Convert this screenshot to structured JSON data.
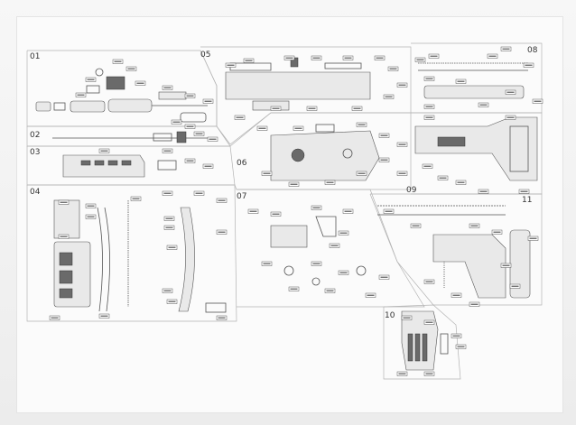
{
  "sections": [
    {
      "id": "01",
      "label": "01"
    },
    {
      "id": "02",
      "label": "02"
    },
    {
      "id": "03",
      "label": "03"
    },
    {
      "id": "04",
      "label": "04"
    },
    {
      "id": "05",
      "label": "05"
    },
    {
      "id": "06",
      "label": "06"
    },
    {
      "id": "07",
      "label": "07"
    },
    {
      "id": "08",
      "label": "08"
    },
    {
      "id": "09",
      "label": "09"
    },
    {
      "id": "10",
      "label": "10"
    },
    {
      "id": "11",
      "label": "11"
    }
  ],
  "colors": {
    "line": "#555555",
    "frame": "#b3b3b3",
    "paper": "#fbfbfb",
    "dark_part": "#6a6a6a"
  }
}
